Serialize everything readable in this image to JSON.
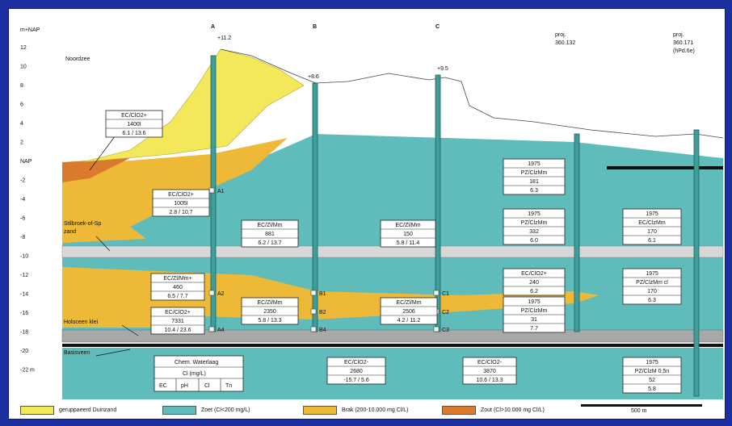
{
  "axis": {
    "unit_label": "m+NAP",
    "ticks": [
      "12",
      "10",
      "8",
      "6",
      "4",
      "2",
      "NAP",
      "-2",
      "-4",
      "-6",
      "-8",
      "-10",
      "-12",
      "-14",
      "-16",
      "-18",
      "-20",
      "-22 m"
    ]
  },
  "section_points": [
    "A",
    "B",
    "C"
  ],
  "elevations": {
    "a": "+11.2",
    "b": "+8.6",
    "c": "+9.5"
  },
  "proj_labels": {
    "p1": [
      "proj.",
      "360.132"
    ],
    "p2": [
      "proj.",
      "360.171",
      "(hPd.6e)"
    ]
  },
  "zone_labels": {
    "noordzee": "Noordzee",
    "zone1": [
      "Stilbroek-of-Sp",
      "zand"
    ],
    "veen": "Holoceen klei",
    "basisveen": "Basisveen"
  },
  "boxes": {
    "b1": [
      "EC/ClO2+",
      "1400Ι",
      "6.1 / 13.6"
    ],
    "b2": [
      "EC/ClO2+",
      "1005Ι",
      "2.8 / 10.7"
    ],
    "b3": [
      "EC/Zl/Mm",
      "881",
      "6.2 / 13.7"
    ],
    "b4": [
      "EC/Zl/Mm",
      "150",
      "5.8 / 11.4"
    ],
    "b5": [
      "1975",
      "PZ/ClzMm",
      "181",
      "6.3"
    ],
    "b6": [
      "1975",
      "PZ/ClzMm",
      "332",
      "6.0"
    ],
    "b7": [
      "1975",
      "EC/ClzMm",
      "170",
      "6.1"
    ],
    "b8": [
      "EC/Zl/Mm+",
      "460",
      "6.5 / 7.7"
    ],
    "b9": [
      "EC/Zl/Mm",
      "2350",
      "5.8 / 13.3"
    ],
    "b10": [
      "EC/Zl/Mm",
      "2506",
      "4.2 / 11.2"
    ],
    "b11": [
      "EC/ClO2+",
      "240",
      "6.2"
    ],
    "b12": [
      "1975",
      "PZ/ClzMm cl",
      "170",
      "6.3"
    ],
    "b13": [
      "EC/ClO2+",
      "7331",
      "10.4 / 23.6"
    ],
    "b14": [
      "1975",
      "PZ/ClzMm",
      "31",
      "7.7"
    ],
    "b15": [
      "EC/ClO2-",
      "2680",
      "-15.7 / 5.6"
    ],
    "b16": [
      "EC/ClO2-",
      "3870",
      "10.6 / 13.3"
    ],
    "b17": [
      "1975",
      "PZ/ClzM 0.5n",
      "52",
      "5.8"
    ]
  },
  "well_tags": [
    "A1",
    "A2",
    "A4",
    "B1",
    "B2",
    "B4",
    "C1",
    "C2",
    "C3"
  ],
  "legend_box": {
    "row1": "Chem. Waterlaag",
    "row2": "Cl (mg/L)",
    "row3": [
      "EC",
      "pH",
      "Cl",
      "Tn"
    ]
  },
  "legend": [
    {
      "label": "geruppaeerd Duinzand",
      "color": "#f2e85a"
    },
    {
      "label": "Zoet (Cl<200 mg/L)",
      "color": "#5fbcbb"
    },
    {
      "label": "Brak (200-10.000 mg Cl/L)",
      "color": "#eeb936"
    },
    {
      "label": "Zout (Cl>10.000 mg Cl/L)",
      "color": "#d97a2c"
    }
  ],
  "scale_label": "500 m",
  "colors": {
    "frame": "#1c2fa0",
    "dune": "#f2e85a",
    "fresh": "#5fbcbb",
    "brackish": "#eeb936",
    "salt": "#d97a2c",
    "clay": "#a8a8a8",
    "well": "#3f9e9a"
  }
}
